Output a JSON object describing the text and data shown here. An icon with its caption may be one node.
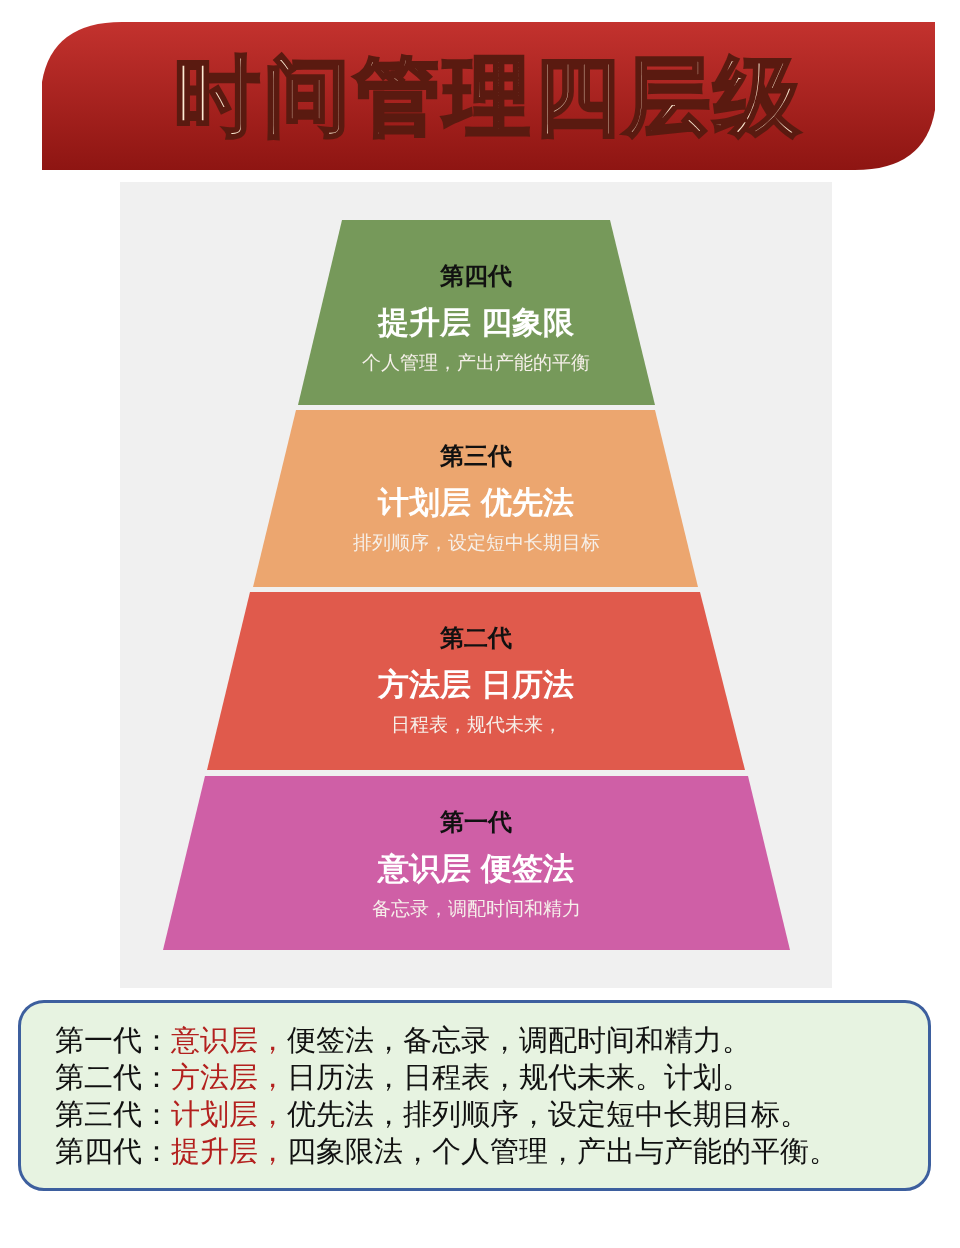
{
  "diagram": {
    "title": "时间管理四层级",
    "nodes": [
      {
        "text": [
          "第四代",
          "提升层 四象限",
          "个人管理，产出产能的平衡"
        ]
      },
      {
        "text": [
          "第三代",
          "计划层 优先法",
          "排列顺序，设定短中长期目标"
        ]
      },
      {
        "text": [
          "第二代",
          "方法层 日历法",
          "日程表，规代未来，"
        ]
      },
      {
        "text": [
          "第一代",
          "意识层 便签法",
          "备忘录，调配时间和精力"
        ]
      },
      {
        "text": [
          "第一代：意识层，便签法，备忘录，调配时间和精力。",
          "第二代：方法层，日历法，日程表，规代未来。计划。",
          "第三代：计划层，优先法，排列顺序，设定短中长期目标。",
          "第四代：提升层，四象限法，个人管理，产出与产能的平衡。"
        ]
      }
    ]
  }
}
